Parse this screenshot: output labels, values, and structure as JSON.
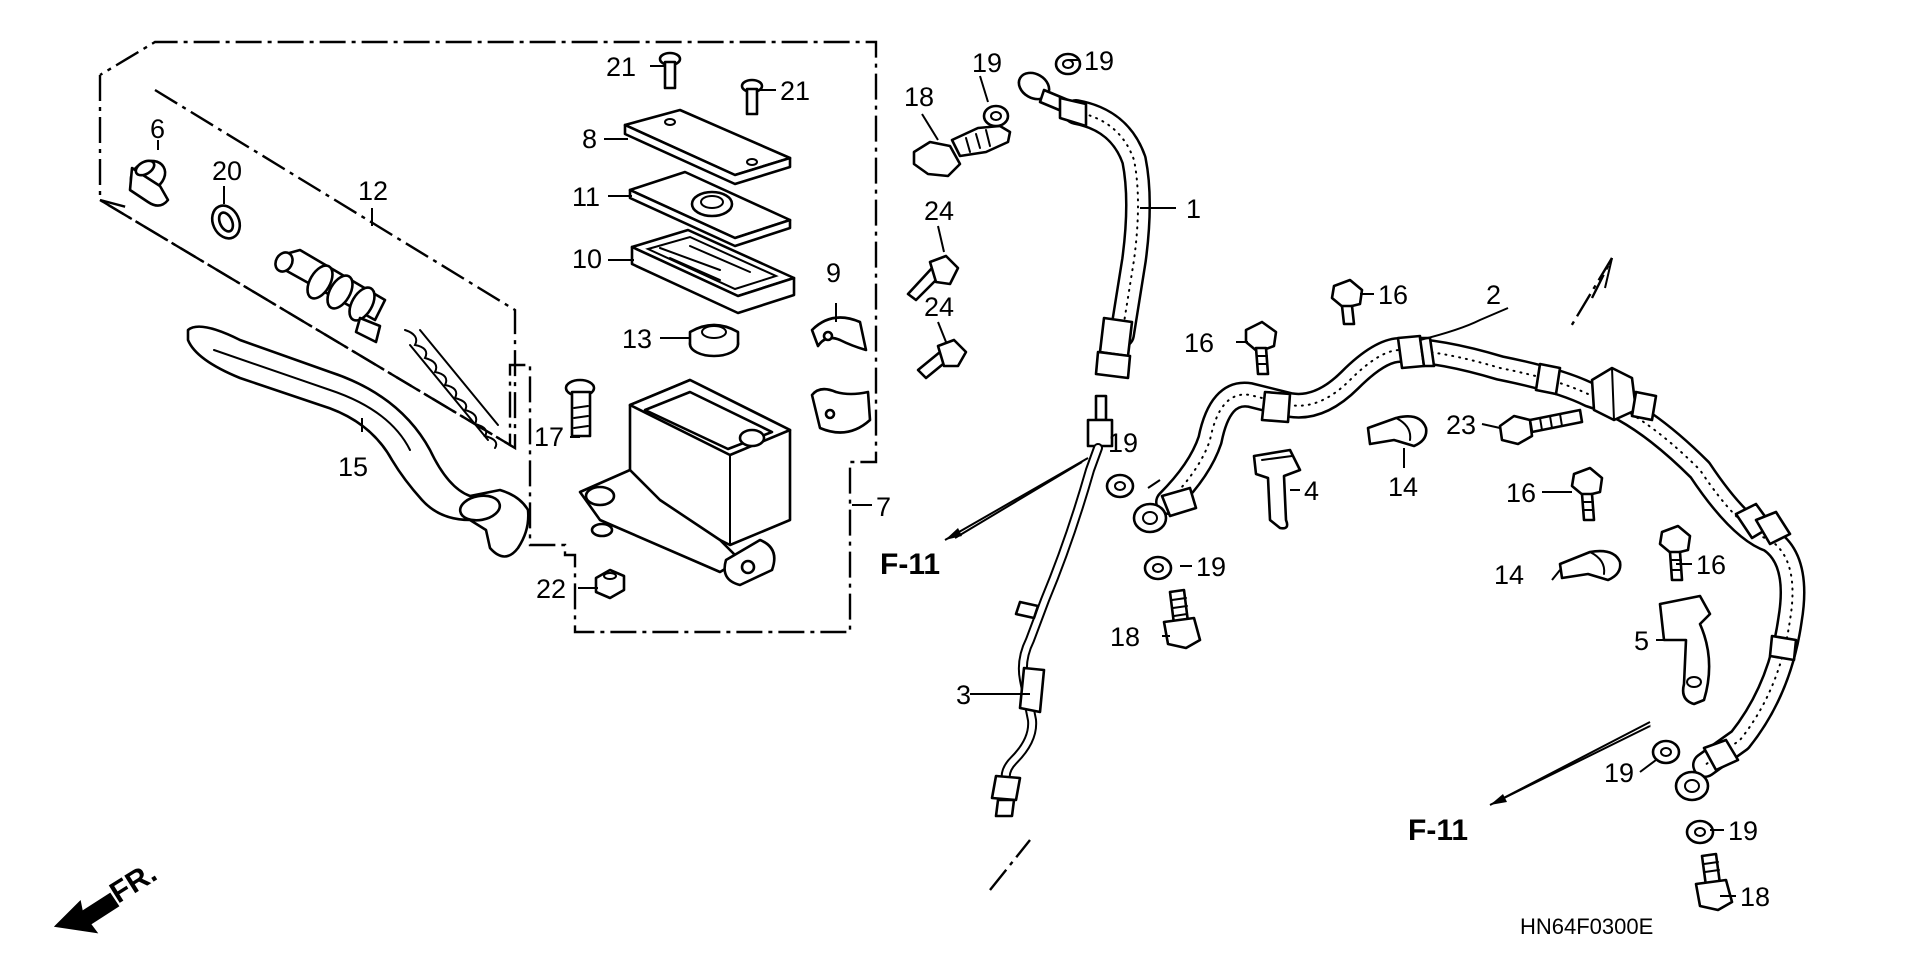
{
  "diagram": {
    "code": "HN64F0300E",
    "front_marker": "FR.",
    "refs": {
      "f11_upper": "F-11",
      "f11_lower": "F-11"
    },
    "labels": {
      "p1": "1",
      "p2": "2",
      "p3": "3",
      "p4": "4",
      "p5": "5",
      "p6": "6",
      "p7": "7",
      "p8": "8",
      "p9": "9",
      "p10": "10",
      "p11": "11",
      "p12": "12",
      "p13": "13",
      "p14a": "14",
      "p14b": "14",
      "p15": "15",
      "p16a": "16",
      "p16b": "16",
      "p16c": "16",
      "p16d": "16",
      "p17": "17",
      "p18a": "18",
      "p18b": "18",
      "p18c": "18",
      "p19a": "19",
      "p19b": "19",
      "p19c": "19",
      "p19d": "19",
      "p19e": "19",
      "p19f": "19",
      "p20": "20",
      "p21a": "21",
      "p21b": "21",
      "p22": "22",
      "p23": "23",
      "p24a": "24",
      "p24b": "24"
    }
  }
}
